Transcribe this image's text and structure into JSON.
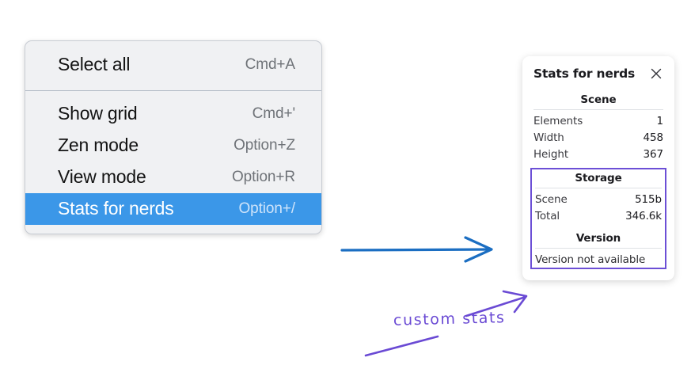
{
  "context_menu": {
    "groups": [
      {
        "items": [
          {
            "label": "Select all",
            "shortcut": "Cmd+A",
            "selected": false
          }
        ]
      },
      {
        "items": [
          {
            "label": "Show grid",
            "shortcut": "Cmd+'",
            "selected": false
          },
          {
            "label": "Zen mode",
            "shortcut": "Option+Z",
            "selected": false
          },
          {
            "label": "View mode",
            "shortcut": "Option+R",
            "selected": false
          },
          {
            "label": "Stats for nerds",
            "shortcut": "Option+/",
            "selected": true
          }
        ]
      }
    ]
  },
  "stats_panel": {
    "title": "Stats for nerds",
    "close_icon": "close-icon",
    "scene": {
      "heading": "Scene",
      "rows": [
        {
          "key": "Elements",
          "value": "1"
        },
        {
          "key": "Width",
          "value": "458"
        },
        {
          "key": "Height",
          "value": "367"
        }
      ]
    },
    "storage": {
      "heading": "Storage",
      "rows": [
        {
          "key": "Scene",
          "value": "515b"
        },
        {
          "key": "Total",
          "value": "346.6k"
        }
      ]
    },
    "version": {
      "heading": "Version",
      "text": "Version not available"
    }
  },
  "annotations": {
    "handwritten_label": "custom stats",
    "blue_arrow": "arrow-right-blue",
    "purple_arrow": "arrow-up-right-purple",
    "purple_underline": "underline-stroke-purple"
  },
  "colors": {
    "menu_background": "#f0f1f3",
    "menu_selected": "#3b97e8",
    "blue_arrow": "#1971c2",
    "purple_accent": "#6a4ad4",
    "panel_background": "#ffffff",
    "page_background": "#ffffff"
  }
}
